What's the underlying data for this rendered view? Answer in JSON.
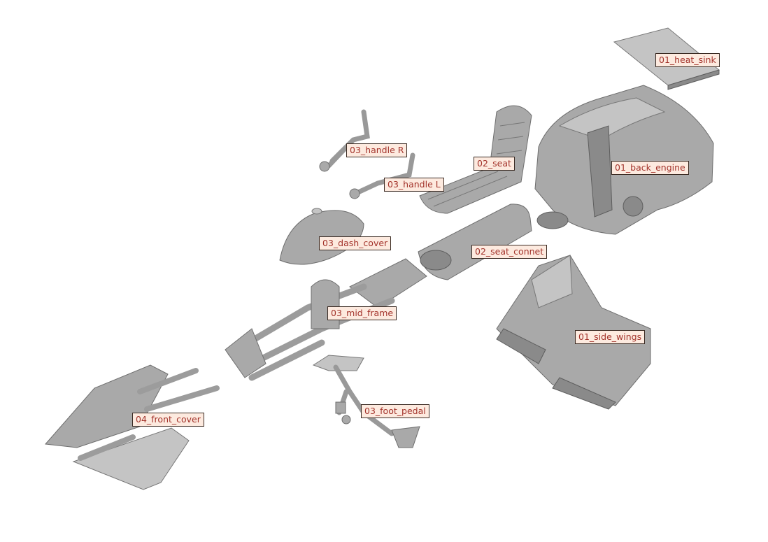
{
  "diagram": {
    "type": "exploded-view",
    "label_colors": {
      "background": "#fdeadf",
      "text": "#a3332b",
      "border": "#3a2a22"
    },
    "labels": {
      "heat_sink": "01_heat_sink",
      "handle_r": "03_handle R",
      "seat": "02_seat",
      "back_engine": "01_back_engine",
      "handle_l": "03_handle L",
      "dash_cover": "03_dash_cover",
      "seat_connet": "02_seat_connet",
      "mid_frame": "03_mid_frame",
      "side_wings": "01_side_wings",
      "foot_pedal": "03_foot_pedal",
      "front_cover": "04_front_cover"
    }
  }
}
